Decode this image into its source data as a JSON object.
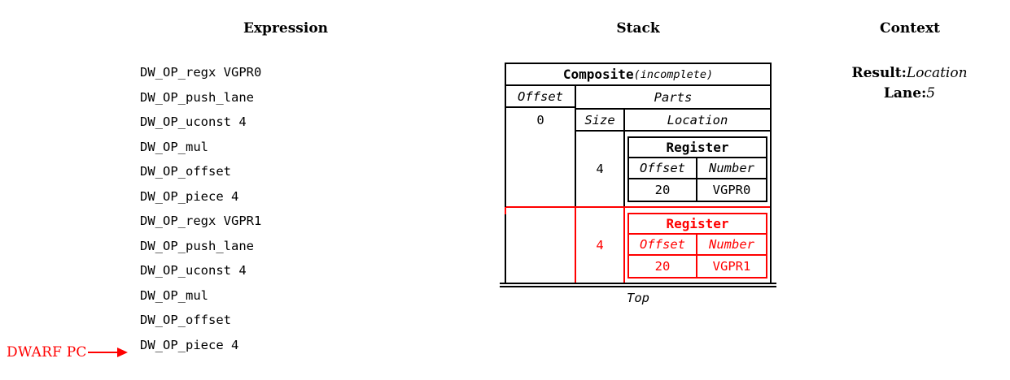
{
  "headers": {
    "expression": "Expression",
    "stack": "Stack",
    "context": "Context"
  },
  "expression": {
    "lines": [
      "DW_OP_regx VGPR0",
      "DW_OP_push_lane",
      "DW_OP_uconst 4",
      "DW_OP_mul",
      "DW_OP_offset",
      "DW_OP_piece 4",
      "DW_OP_regx VGPR1",
      "DW_OP_push_lane",
      "DW_OP_uconst 4",
      "DW_OP_mul",
      "DW_OP_offset",
      "DW_OP_piece 4"
    ],
    "pc_marker": {
      "label": "DWARF PC",
      "arrow_icon": "right-arrow-icon",
      "color": "#ff0000",
      "points_to_line_index": 11
    }
  },
  "stack": {
    "entry": {
      "title": "Composite",
      "title_suffix": "(incomplete)",
      "offset_header": "Offset",
      "parts_header": "Parts",
      "offset_value": "0",
      "size_header": "Size",
      "location_header": "Location",
      "parts": [
        {
          "size": "4",
          "location": {
            "title": "Register",
            "col_headers": [
              "Offset",
              "Number"
            ],
            "values": [
              "20",
              "VGPR0"
            ]
          },
          "highlight": false,
          "color": "#000000"
        },
        {
          "size": "4",
          "location": {
            "title": "Register",
            "col_headers": [
              "Offset",
              "Number"
            ],
            "values": [
              "20",
              "VGPR1"
            ]
          },
          "highlight": true,
          "color": "#ff0000"
        }
      ]
    },
    "top_label": "Top"
  },
  "context": {
    "entries": [
      {
        "key": "Result:",
        "value": "Location"
      },
      {
        "key": "Lane:",
        "value": "5"
      }
    ]
  }
}
